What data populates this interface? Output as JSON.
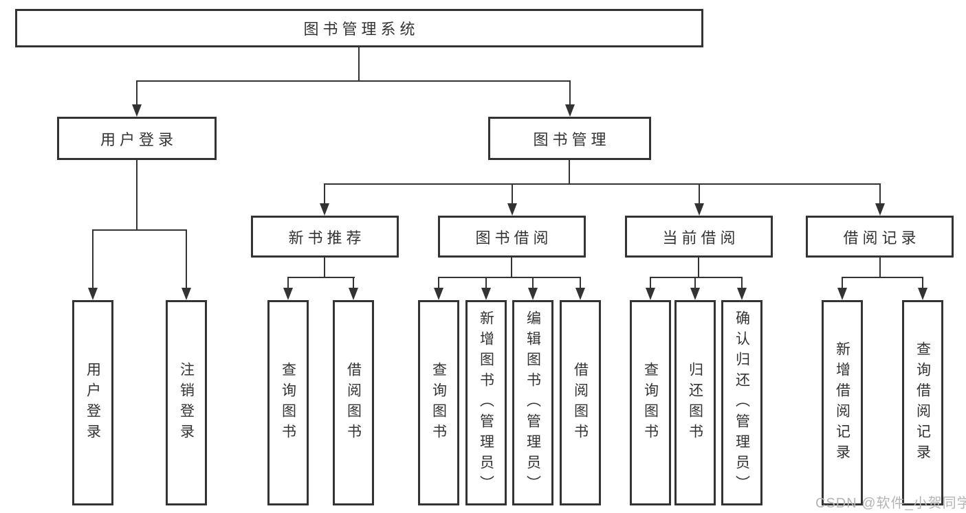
{
  "diagram_title": "图书管理系统",
  "tree": {
    "label": "图书管理系统",
    "children": [
      {
        "label": "用户登录",
        "children": [
          {
            "label": "用户登录"
          },
          {
            "label": "注销登录"
          }
        ]
      },
      {
        "label": "图书管理",
        "children": [
          {
            "label": "新书推荐",
            "children": [
              {
                "label": "查询图书"
              },
              {
                "label": "借阅图书"
              }
            ]
          },
          {
            "label": "图书借阅",
            "children": [
              {
                "label": "查询图书"
              },
              {
                "label": "新增图书（管理员）"
              },
              {
                "label": "编辑图书（管理员）"
              },
              {
                "label": "借阅图书"
              }
            ]
          },
          {
            "label": "当前借阅",
            "children": [
              {
                "label": "查询图书"
              },
              {
                "label": "归还图书"
              },
              {
                "label": "确认归还（管理员）"
              }
            ]
          },
          {
            "label": "借阅记录",
            "children": [
              {
                "label": "新增借阅记录"
              },
              {
                "label": "查询借阅记录"
              }
            ]
          }
        ]
      }
    ]
  },
  "watermark": {
    "text": "CSDN @软件_小贺同学"
  },
  "colors": {
    "line": "#333333",
    "text": "#333333",
    "box_background": "#ffffff",
    "watermark": "#b5b5b5",
    "page_background": "#ffffff"
  }
}
